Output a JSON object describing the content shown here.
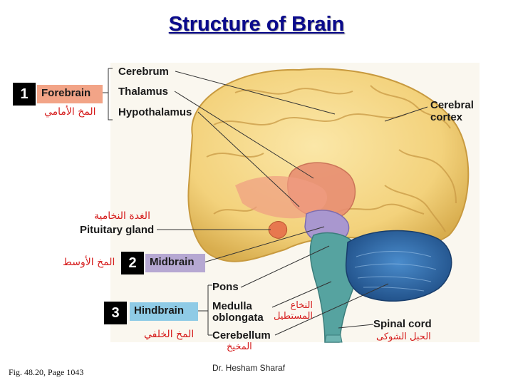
{
  "title": "Structure of Brain",
  "labels": {
    "cerebrum": "Cerebrum",
    "thalamus": "Thalamus",
    "hypothalamus": "Hypothalamus",
    "cerebral_cortex": "Cerebral\ncortex",
    "pituitary_gland": "Pituitary gland",
    "pons": "Pons",
    "medulla": "Medulla\noblongata",
    "cerebellum": "Cerebellum",
    "spinal_cord": "Spinal cord"
  },
  "regions": [
    {
      "number": "1",
      "name": "Forebrain",
      "arabic": "المخ الأمامي",
      "color": "#f2a487"
    },
    {
      "number": "2",
      "name": "Midbrain",
      "arabic": "المخ الأوسط",
      "color": "#b6a8d2"
    },
    {
      "number": "3",
      "name": "Hindbrain",
      "arabic": "المخ الخلفي",
      "color": "#8fcbe6"
    }
  ],
  "arabic": {
    "pituitary": "الغدة النخامية",
    "medulla": "النخاع\nالمستطيل",
    "cerebellum": "المخيخ",
    "spinal_cord": "الحبل الشوكى"
  },
  "footer": {
    "figure": "Fig. 48.20, Page 1043",
    "author": "Dr. Hesham Sharaf"
  },
  "colors": {
    "title": "#0a0a8c",
    "arabic_text": "#d51a1a",
    "cerebrum": "#f5d98a",
    "cerebellum": "#2e6aa6",
    "brainstem": "#56a3a0"
  }
}
